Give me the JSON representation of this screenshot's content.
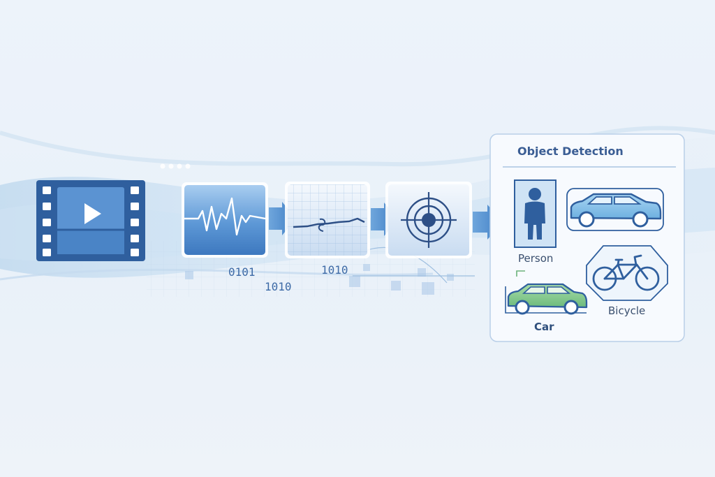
{
  "panel": {
    "title": "Object Detection",
    "labels": {
      "person": "Person",
      "car": "Car",
      "bicycle": "Bicycle"
    }
  },
  "binary": {
    "a": "0101",
    "b": "1010",
    "c": "1010"
  },
  "colors": {
    "blue_dark": "#2f5f9e",
    "blue_mid": "#4a86c8",
    "blue_light": "#bcd6ef",
    "green": "#7cc28a",
    "title": "#3a5d94"
  },
  "icons": [
    "film-strip-icon",
    "waveform-icon",
    "grid-signal-icon",
    "target-icon",
    "person-icon",
    "car-icon",
    "bicycle-icon"
  ]
}
